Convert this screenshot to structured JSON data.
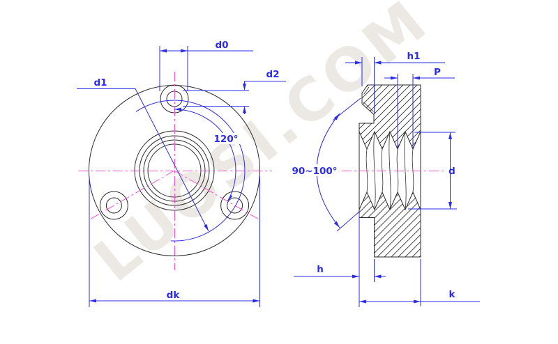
{
  "watermark": "LUOSI.COM",
  "colors": {
    "dimension_blue": "#2b2beb",
    "centerline_pink": "#ff4dd2",
    "outline_black": "#2b2b2b",
    "watermark_gray": "#ece9e4",
    "background": "#ffffff"
  },
  "front_view": {
    "labels": {
      "d0": "d0",
      "d1": "d1",
      "d2": "d2",
      "dk": "dk",
      "angle": "120°"
    }
  },
  "side_view": {
    "labels": {
      "h1": "h1",
      "p": "P",
      "d": "d",
      "h": "h",
      "k": "k",
      "angle": "90~100°"
    }
  }
}
